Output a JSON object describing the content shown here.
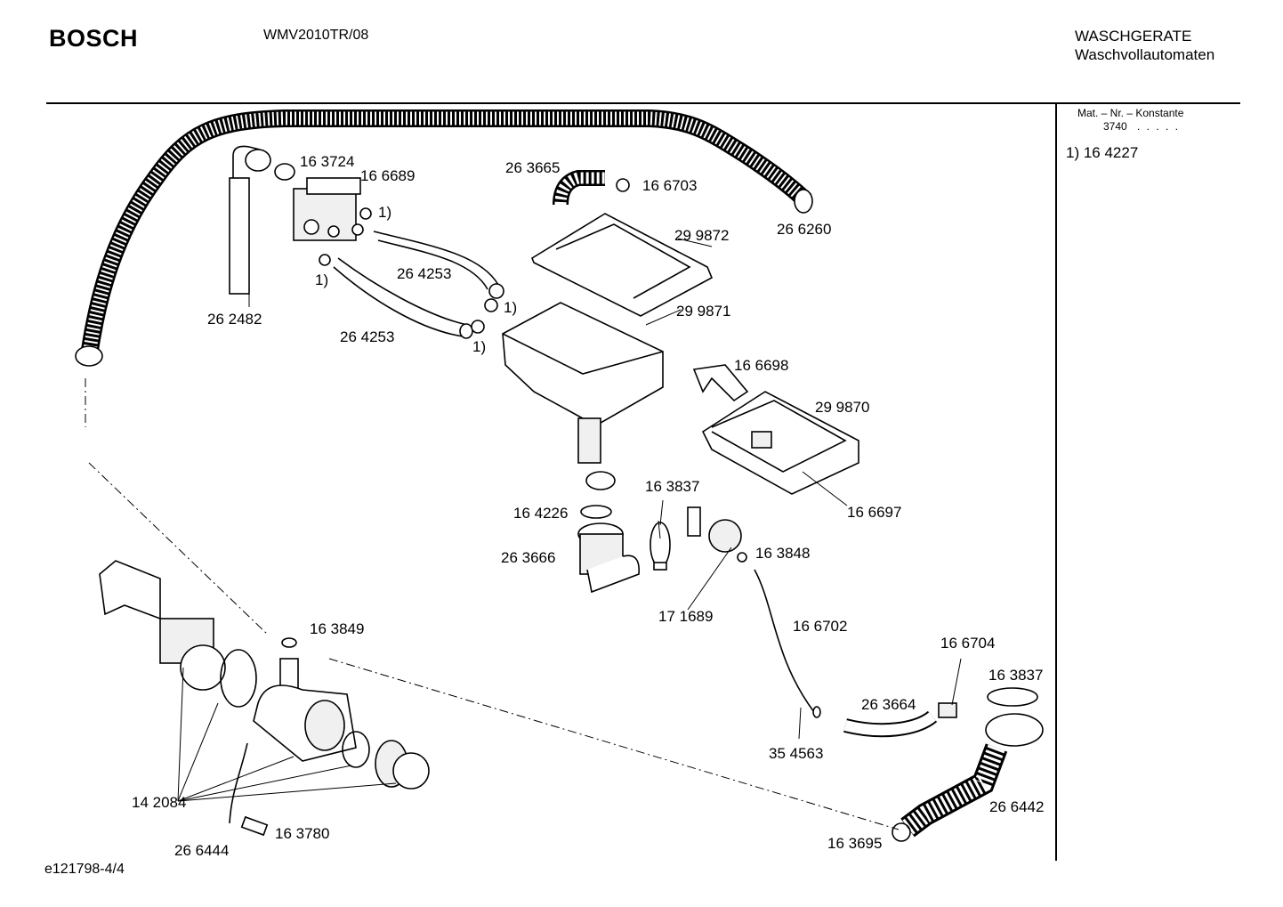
{
  "header": {
    "brand": "BOSCH",
    "model": "WMV2010TR/08",
    "category_line1": "WASCHGERATE",
    "category_line2": "Waschvollautomaten"
  },
  "side_panel": {
    "mat_label": "Mat. – Nr. – Konstante",
    "mat_value": "3740",
    "mat_dots": ". . . . .",
    "footnote": "1)  16 4227"
  },
  "footer": {
    "doc_id": "e121798-4/4"
  },
  "labels": [
    {
      "id": "l1",
      "text": "16 3724"
    },
    {
      "id": "l2",
      "text": "16 6689"
    },
    {
      "id": "l3",
      "text": "26 3665"
    },
    {
      "id": "l4",
      "text": "16 6703"
    },
    {
      "id": "l5",
      "text": "29 9872"
    },
    {
      "id": "l6",
      "text": "26 6260"
    },
    {
      "id": "l7",
      "text": "26 4253"
    },
    {
      "id": "l8",
      "text": "26 2482"
    },
    {
      "id": "l9",
      "text": "26 4253"
    },
    {
      "id": "l10",
      "text": "29 9871"
    },
    {
      "id": "l11",
      "text": "16 6698"
    },
    {
      "id": "l12",
      "text": "29 9870"
    },
    {
      "id": "l13",
      "text": "16 3837"
    },
    {
      "id": "l14",
      "text": "16 4226"
    },
    {
      "id": "l15",
      "text": "26 3666"
    },
    {
      "id": "l16",
      "text": "16 6697"
    },
    {
      "id": "l17",
      "text": "16 3848"
    },
    {
      "id": "l18",
      "text": "17 1689"
    },
    {
      "id": "l19",
      "text": "16 3849"
    },
    {
      "id": "l20",
      "text": "16 6702"
    },
    {
      "id": "l21",
      "text": "16 6704"
    },
    {
      "id": "l22",
      "text": "16 3837"
    },
    {
      "id": "l23",
      "text": "26 3664"
    },
    {
      "id": "l24",
      "text": "35 4563"
    },
    {
      "id": "l25",
      "text": "14 2084"
    },
    {
      "id": "l26",
      "text": "26 6442"
    },
    {
      "id": "l27",
      "text": "16 3780"
    },
    {
      "id": "l28",
      "text": "26 6444"
    },
    {
      "id": "l29",
      "text": "16 3695"
    }
  ],
  "footnote_marks": [
    {
      "id": "f1",
      "text": "1)"
    },
    {
      "id": "f2",
      "text": "1)"
    },
    {
      "id": "f3",
      "text": "1)"
    },
    {
      "id": "f4",
      "text": "1)"
    }
  ]
}
